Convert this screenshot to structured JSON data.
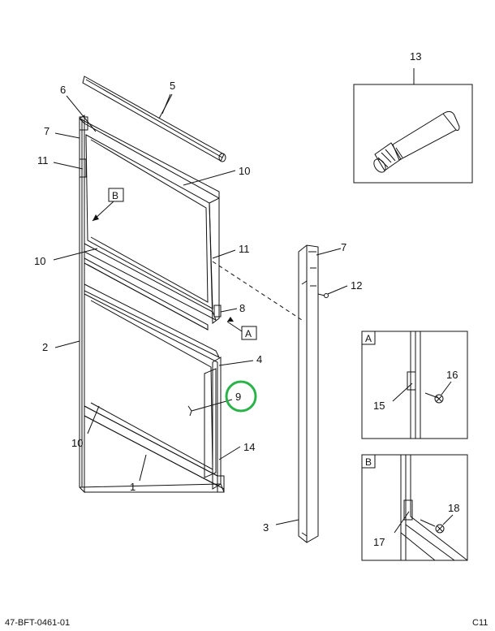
{
  "callouts": {
    "c13": "13",
    "c5": "5",
    "c6": "6",
    "c7a": "7",
    "c10a": "10",
    "c11a": "11",
    "c10b": "10",
    "c11b": "11",
    "c7b": "7",
    "c12": "12",
    "c8": "8",
    "c2": "2",
    "c4": "4",
    "c9": "9",
    "c10c": "10",
    "c14": "14",
    "c1": "1",
    "c3": "3",
    "c15": "15",
    "c16": "16",
    "c17": "17",
    "c18": "18"
  },
  "detail_labels": {
    "a": "A",
    "b": "B",
    "a_ref": "A",
    "b_ref": "B"
  },
  "footer": {
    "drawing_id": "47-BFT-0461-01",
    "sheet": "C11"
  },
  "colors": {
    "line": "#111111",
    "highlight": "#2bb34a"
  }
}
